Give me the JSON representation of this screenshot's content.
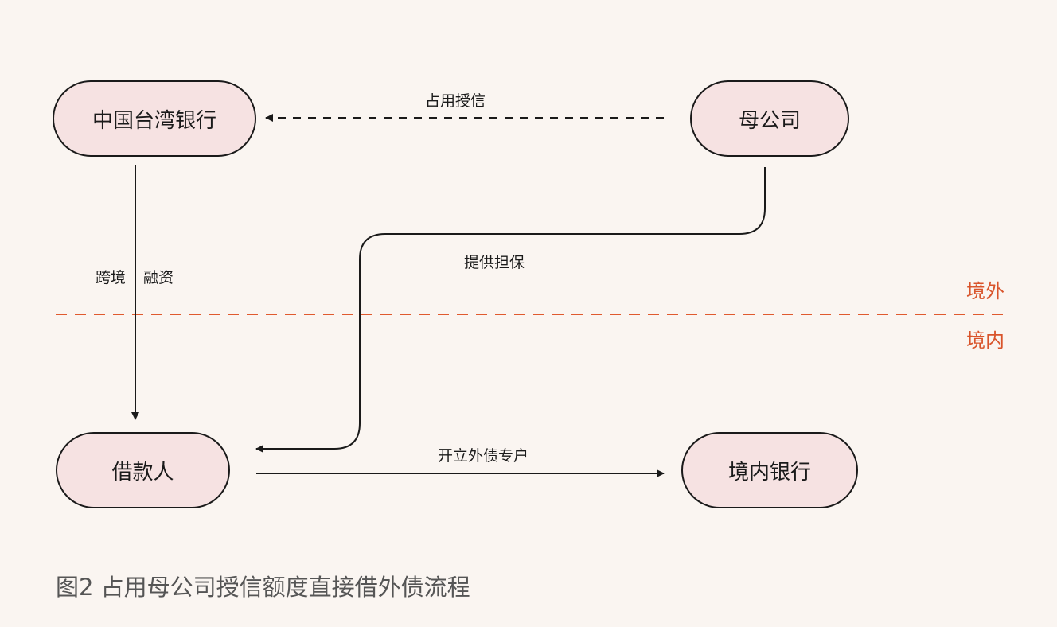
{
  "nodes": {
    "taiwan_bank": "中国台湾银行",
    "parent_company": "母公司",
    "borrower": "借款人",
    "domestic_bank": "境内银行"
  },
  "edges": {
    "occupy_credit": "占用授信",
    "cross_border": "跨境",
    "financing": "融资",
    "guarantee": "提供担保",
    "open_account": "开立外债专户"
  },
  "zones": {
    "offshore": "境外",
    "onshore": "境内",
    "divider_color": "#e05a2f"
  },
  "caption": "图2  占用母公司授信额度直接借外债流程"
}
